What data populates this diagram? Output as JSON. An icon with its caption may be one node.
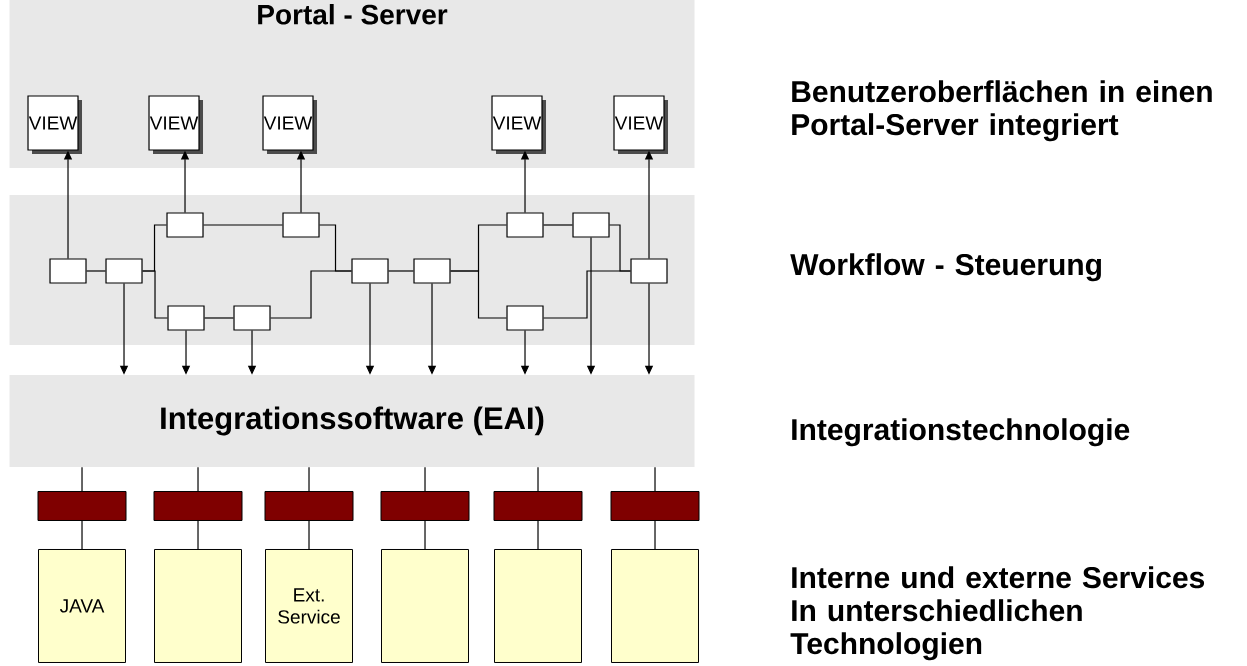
{
  "diagram": {
    "nodes": [
      {
        "text": [
          "Portal - Server"
        ]
      },
      {
        "text": [
          "VIEW"
        ],
        "in": 0
      },
      {
        "text": [
          "VIEW"
        ],
        "in": 0
      },
      {
        "text": [
          "VIEW"
        ],
        "in": 0
      },
      {
        "text": [
          "VIEW"
        ],
        "in": 0
      },
      {
        "text": [
          "VIEW"
        ],
        "in": 0
      },
      {
        "text": [],
        "shape": "box"
      },
      {
        "text": [],
        "shape": "box",
        "in": 6
      },
      {
        "text": [],
        "shape": "box",
        "in": 6
      },
      {
        "text": [],
        "shape": "box",
        "in": 6
      },
      {
        "text": [],
        "shape": "box",
        "in": 6
      },
      {
        "text": [],
        "shape": "box",
        "in": 6
      },
      {
        "text": [],
        "shape": "box",
        "in": 6
      },
      {
        "text": [],
        "shape": "box",
        "in": 6
      },
      {
        "text": [],
        "shape": "box",
        "in": 6
      },
      {
        "text": [],
        "shape": "box",
        "in": 6
      },
      {
        "text": [],
        "shape": "box",
        "in": 6
      },
      {
        "text": [],
        "shape": "box",
        "in": 6
      },
      {
        "text": [],
        "shape": "box",
        "in": 6
      },
      {
        "text": [
          "Integrationssoftware (EAI)"
        ]
      },
      {
        "text": [],
        "shape": "bar"
      },
      {
        "text": [],
        "shape": "bar"
      },
      {
        "text": [],
        "shape": "bar"
      },
      {
        "text": [],
        "shape": "bar"
      },
      {
        "text": [],
        "shape": "bar"
      },
      {
        "text": [],
        "shape": "bar"
      },
      {
        "text": [
          "JAVA"
        ]
      },
      {
        "text": [],
        "shape": "box"
      },
      {
        "text": [
          "Ext. Service"
        ]
      },
      {
        "text": [],
        "shape": "box"
      },
      {
        "text": [],
        "shape": "box"
      },
      {
        "text": [],
        "shape": "box"
      }
    ],
    "edges": [
      {
        "from": 7,
        "to": 1,
        "arrow": "to"
      },
      {
        "from": 9,
        "to": 2,
        "arrow": "to"
      },
      {
        "from": 10,
        "to": 3,
        "arrow": "to"
      },
      {
        "from": 15,
        "to": 4,
        "arrow": "to"
      },
      {
        "from": 18,
        "to": 5,
        "arrow": "to"
      },
      {
        "from": 7,
        "to": 8,
        "arrow": "none"
      },
      {
        "from": 8,
        "to": 9,
        "arrow": "none"
      },
      {
        "from": 8,
        "to": 11,
        "arrow": "none"
      },
      {
        "from": 9,
        "to": 10,
        "arrow": "none"
      },
      {
        "from": 11,
        "to": 12,
        "arrow": "none"
      },
      {
        "from": 10,
        "to": 13,
        "arrow": "none"
      },
      {
        "from": 12,
        "to": 13,
        "arrow": "none"
      },
      {
        "from": 13,
        "to": 14,
        "arrow": "none"
      },
      {
        "from": 14,
        "to": 15,
        "arrow": "none"
      },
      {
        "from": 14,
        "to": 17,
        "arrow": "none"
      },
      {
        "from": 15,
        "to": 16,
        "arrow": "none"
      },
      {
        "from": 16,
        "to": 18,
        "arrow": "none"
      },
      {
        "from": 17,
        "to": 18,
        "arrow": "none"
      },
      {
        "from": 8,
        "to": 19,
        "arrow": "to"
      },
      {
        "from": 11,
        "to": 19,
        "arrow": "to"
      },
      {
        "from": 12,
        "to": 19,
        "arrow": "to"
      },
      {
        "from": 13,
        "to": 19,
        "arrow": "to"
      },
      {
        "from": 14,
        "to": 19,
        "arrow": "to"
      },
      {
        "from": 17,
        "to": 19,
        "arrow": "to"
      },
      {
        "from": 16,
        "to": 19,
        "arrow": "to"
      },
      {
        "from": 18,
        "to": 19,
        "arrow": "to"
      },
      {
        "from": 19,
        "to": 20,
        "arrow": "none"
      },
      {
        "from": 19,
        "to": 21,
        "arrow": "none"
      },
      {
        "from": 19,
        "to": 22,
        "arrow": "none"
      },
      {
        "from": 19,
        "to": 23,
        "arrow": "none"
      },
      {
        "from": 19,
        "to": 24,
        "arrow": "none"
      },
      {
        "from": 19,
        "to": 25,
        "arrow": "none"
      },
      {
        "from": 20,
        "to": 26,
        "arrow": "none"
      },
      {
        "from": 21,
        "to": 27,
        "arrow": "none"
      },
      {
        "from": 22,
        "to": 28,
        "arrow": "none"
      },
      {
        "from": 23,
        "to": 29,
        "arrow": "none"
      },
      {
        "from": 24,
        "to": 30,
        "arrow": "none"
      },
      {
        "from": 25,
        "to": 31,
        "arrow": "none"
      }
    ],
    "labels": [
      "Benutzeroberflächen in einen Portal-Server integriert",
      "Workflow - Steuerung",
      "Integrationstechnologie",
      "Interne und externe Services In unterschiedlichen Technologien"
    ]
  }
}
